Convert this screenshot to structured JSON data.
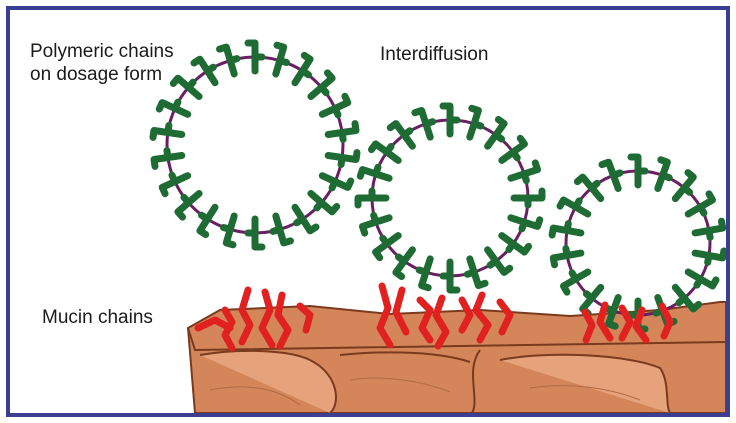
{
  "labels": {
    "polymeric_chains": "Polymeric chains on dosage form",
    "interdiffusion": "Interdiffusion",
    "mucin_chains": "Mucin chains"
  },
  "colors": {
    "frame_border": "#3a3f92",
    "polymer_chain": "#1f6b34",
    "dosage_form_ring": "#6a1e63",
    "mucin_chain": "#e0211f",
    "tissue": "#d4865a",
    "tissue_edge": "#7a3a1d"
  }
}
